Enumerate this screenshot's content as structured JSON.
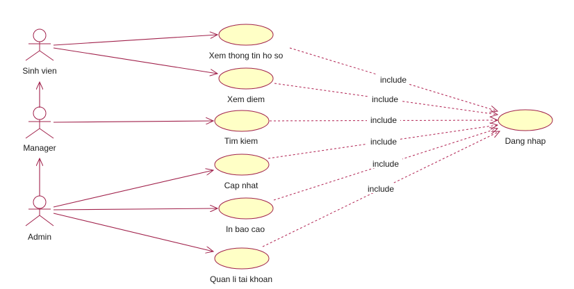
{
  "actors": [
    {
      "name": "Sinh vien"
    },
    {
      "name": "Manager"
    },
    {
      "name": "Admin"
    }
  ],
  "use_cases": [
    {
      "name": "Xem thong tin ho so"
    },
    {
      "name": "Xem diem"
    },
    {
      "name": "Tim kiem"
    },
    {
      "name": "Cap nhat"
    },
    {
      "name": "In bao cao"
    },
    {
      "name": "Quan li tai khoan"
    },
    {
      "name": "Dang nhap"
    }
  ],
  "relations": {
    "include_label": "include",
    "includes": [
      "include",
      "include",
      "include",
      "include",
      "include",
      "include"
    ]
  },
  "colors": {
    "line": "#a0204a",
    "use_case_fill": "#ffffc6"
  }
}
